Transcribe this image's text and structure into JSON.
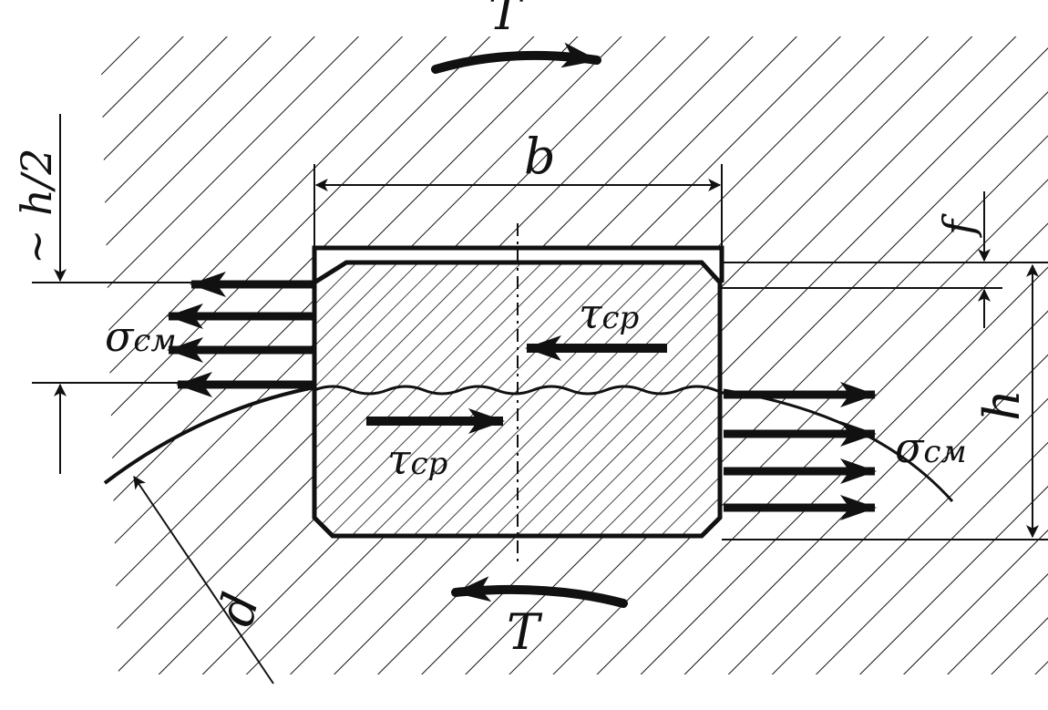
{
  "labels": {
    "torque_top": "T",
    "torque_bottom": "T",
    "width": "b",
    "height": "h",
    "chamfer": "f",
    "half_height": "~ h/2",
    "diameter": "d",
    "shear_upper": "τ",
    "shear_upper_sub": "ср",
    "shear_lower": "τ",
    "shear_lower_sub": "ср",
    "crush_left": "σ",
    "crush_left_sub": "см",
    "crush_right": "σ",
    "crush_right_sub": "см"
  },
  "colors": {
    "ink": "#111111",
    "paper": "#ffffff"
  },
  "icons": {
    "torque_arrow": "curved-arrow-icon",
    "load_arrow": "filled-arrow-icon"
  }
}
